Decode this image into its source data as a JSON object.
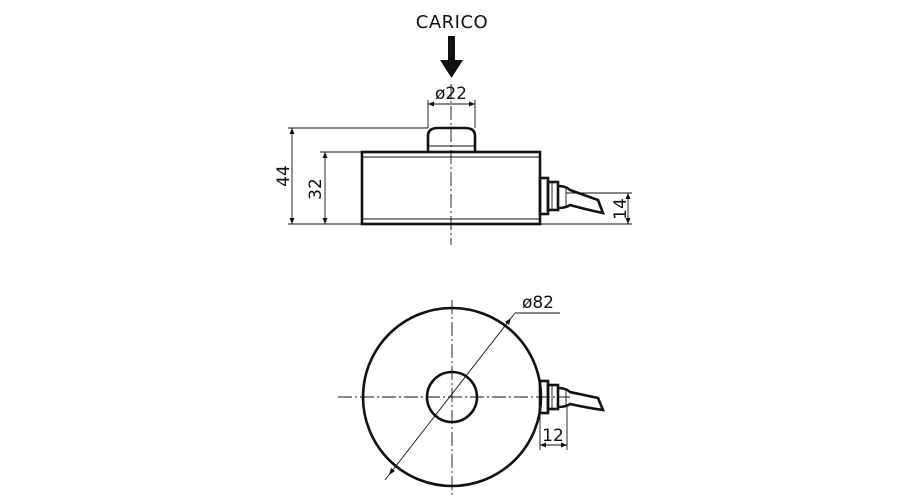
{
  "labels": {
    "load": "CARICO",
    "top_diameter": "ø22",
    "body_diameter": "ø82",
    "total_height": "44",
    "body_height": "32",
    "cable_height": "14",
    "cable_offset": "12"
  },
  "colors": {
    "line": "#111111",
    "background": "#ffffff"
  }
}
